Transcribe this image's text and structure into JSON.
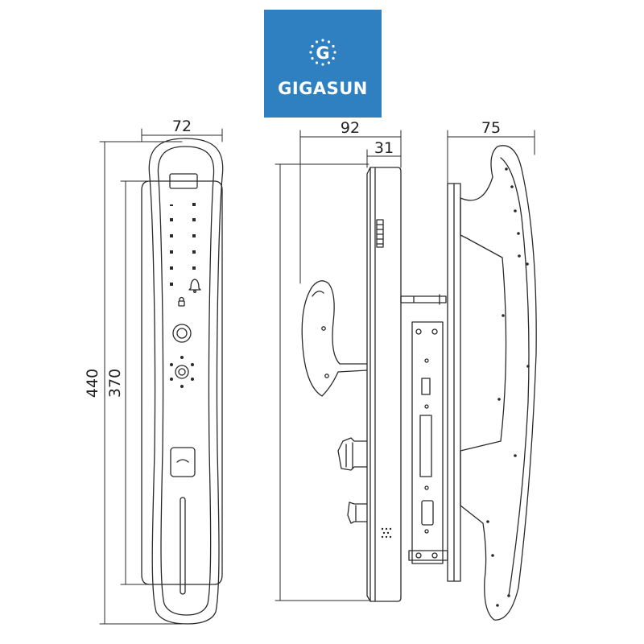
{
  "logo": {
    "text": "GIGASUN",
    "letter": "G",
    "background": "#2f80c0"
  },
  "dimensions": {
    "front_width": "72",
    "total_height": "440",
    "body_height": "370",
    "depth_total": "92",
    "depth_inner": "31",
    "side_width": "75"
  },
  "line_color": "#2a2a2a"
}
